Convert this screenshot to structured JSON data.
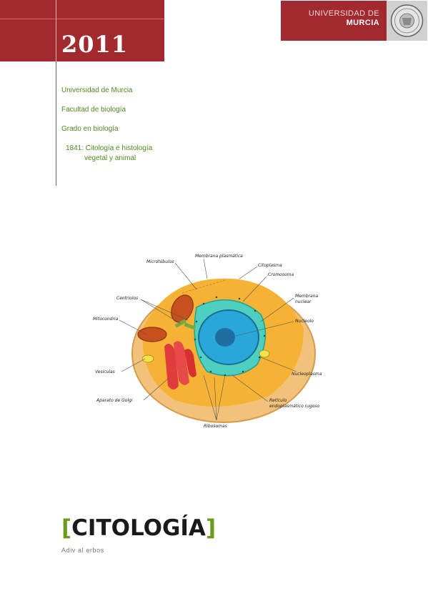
{
  "year": "2011",
  "logo": {
    "line1": "UNIVERSIDAD DE",
    "line2": "MURCIA"
  },
  "info": {
    "university": "Universidad de Murcia",
    "faculty": "Facultad de biología",
    "degree": "Grado en biología",
    "course_line1": "1841: Citología e histología",
    "course_line2": "vegetal y animal"
  },
  "figure": {
    "labels": {
      "microtubulos": "Microtúbulos",
      "membrana_plasmatica": "Membrana plasmática",
      "citoplasma": "Citoplasma",
      "cromosoma": "Cromosoma",
      "membrana_nuclear_1": "Membrana",
      "membrana_nuclear_2": "nuclear",
      "centriolos": "Centriolos",
      "mitocondria": "Mitocondria",
      "nucleolo": "Nucleolo",
      "vesiculas": "Vesículas",
      "nucleoplasma": "Nucleoplasma",
      "golgi": "Aparato de Golgi",
      "reticulo_1": "Retículo",
      "reticulo_2": "endoplasmático rugoso",
      "ribosomas": "Ribosomas"
    }
  },
  "title": {
    "open": "[",
    "text": "CITOLOGÍA",
    "close": "]"
  },
  "subtitle": "Adiv al erbos",
  "colors": {
    "brand_red": "#a22a2f",
    "accent_green": "#6a9b1e",
    "info_text": "#4e8a1e"
  }
}
